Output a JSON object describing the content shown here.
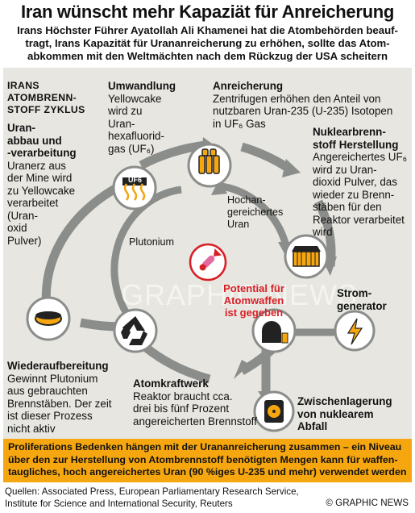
{
  "header": {
    "title": "Iran wünscht mehr Kapaziät für Anreicherung",
    "subtitle_lines": [
      "Irans Höchster Führer Ayatollah Ali Khamenei hat die Atombehörden beauf-",
      "tragt, Irans Kapazität für Urananreicherung zu erhöhen, sollte das Atom-",
      "abkommen mit den Weltmächten nach dem Rückzug der USA scheitern"
    ]
  },
  "cycle": {
    "heading_lines": [
      "IRANS",
      "ATOMBRENN-",
      "STOFF ZYKLUS"
    ],
    "stages": [
      {
        "id": "uranabbau",
        "title_lines": [
          "Uran-",
          "abbau und",
          "-verarbeitung"
        ],
        "body_lines": [
          "Uranerz aus",
          "der Mine wird",
          "zu Yellowcake",
          "verarbeitet",
          "(Uran-",
          "oxid",
          "Pulver)"
        ]
      },
      {
        "id": "umwandlung",
        "title_lines": [
          "Umwandlung"
        ],
        "body_lines": [
          "Yellowcake",
          "wird zu",
          "Uran-",
          "hexafluorid-",
          "gas (UF₆)"
        ]
      },
      {
        "id": "anreicherung",
        "title_lines": [
          "Anreicherung"
        ],
        "body_lines": [
          "Zentrifugen erhöhen den Anteil von",
          "nutzbaren Uran-235 (U-235) Isotopen",
          "in UF₆ Gas"
        ]
      },
      {
        "id": "brennstoff",
        "title_lines": [
          "Nuklearbrenn-",
          "stoff Herstellung"
        ],
        "body_lines": [
          "Angereichertes UF₆",
          "wird zu Uran-",
          "dioxid Pulver, das",
          "wieder zu Brenn-",
          "stäben für den",
          "Reaktor verarbeitet",
          "wird"
        ]
      },
      {
        "id": "generator",
        "title_lines": [
          "Strom-",
          "generator"
        ],
        "body_lines": []
      },
      {
        "id": "abfall",
        "title_lines": [
          "Zwischenlagerung",
          "von nuklearem",
          "Abfall"
        ],
        "body_lines": []
      },
      {
        "id": "kraftwerk",
        "title_lines": [
          "Atomkraftwerk"
        ],
        "body_lines": [
          "Reaktor braucht cca.",
          "drei bis fünf Prozent",
          "angereicherten Brennstoff"
        ]
      },
      {
        "id": "wiederaufbereitung",
        "title_lines": [
          "Wiederaufbereitung"
        ],
        "body_lines": [
          "Gewinnt Plutonium",
          "aus gebrauchten",
          "Brennstäben. Der zeit",
          "ist dieser Prozess",
          "nicht aktiv"
        ]
      }
    ],
    "inner_labels": {
      "hochangereichertes_lines": [
        "Hochan-",
        "gereichertes",
        "Uran"
      ],
      "plutonium": "Plutonium"
    },
    "center_lines": [
      "Potential für",
      "Atomwaffen",
      "ist gegeben"
    ],
    "uf6_icon_label": "UF6",
    "colors": {
      "ring": "#8a8d8a",
      "accent": "#f6a60f",
      "panel": "#e7e6e0",
      "weapon_red": "#d81f26"
    },
    "icons": [
      "oil-drum-icon",
      "gas-flame-icon",
      "centrifuge-icon",
      "fuel-rod-icon",
      "lightning-icon",
      "nuclear-waste-icon",
      "power-plant-icon",
      "recycle-icon",
      "bomb-icon"
    ]
  },
  "watermark": "GRAPHIC NEWS",
  "footer": {
    "bar_lines": [
      "Proliferations Bedenken hängen mit der Urananreicherung zusammen – ein Niveau",
      "über den zur Herstellung von Atombrennstoff benötigten Mengen kann für waffen-",
      "taugliches, hoch angereichertes Uran  (90 %iges U-235 und mehr) verwendet werden"
    ],
    "sources_lines": [
      "Quellen: Associated Press, European Parliamentary Research Service,",
      "Institute for Science and International Security, Reuters"
    ],
    "copyright": "© GRAPHIC NEWS"
  }
}
